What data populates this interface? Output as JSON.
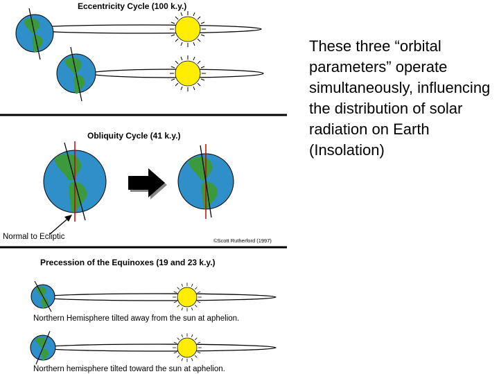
{
  "figure": {
    "eccentricity_title": "Eccentricity Cycle (100 k.y.)",
    "obliquity_title": "Obliquity Cycle (41 k.y.)",
    "normal_label": "Normal to Ecliptic",
    "credit": "©Scott Rutherford (1997)",
    "precession_title": "Precession of the Equinoxes (19 and 23 k.y.)",
    "precession_caption_1": "Northern Hemisphere tilted away from the sun at aphelion.",
    "precession_caption_2": "Northern hemisphere tilted toward the sun at aphelion."
  },
  "side_text": "These three “orbital parameters” operate simultaneously, influencing the distribution of solar radiation on Earth (Insolation)",
  "colors": {
    "ocean": "#2e8fc9",
    "land": "#3c9a3c",
    "sun": "#ffee00",
    "divider": "#000000",
    "axis": "#cc0000"
  }
}
